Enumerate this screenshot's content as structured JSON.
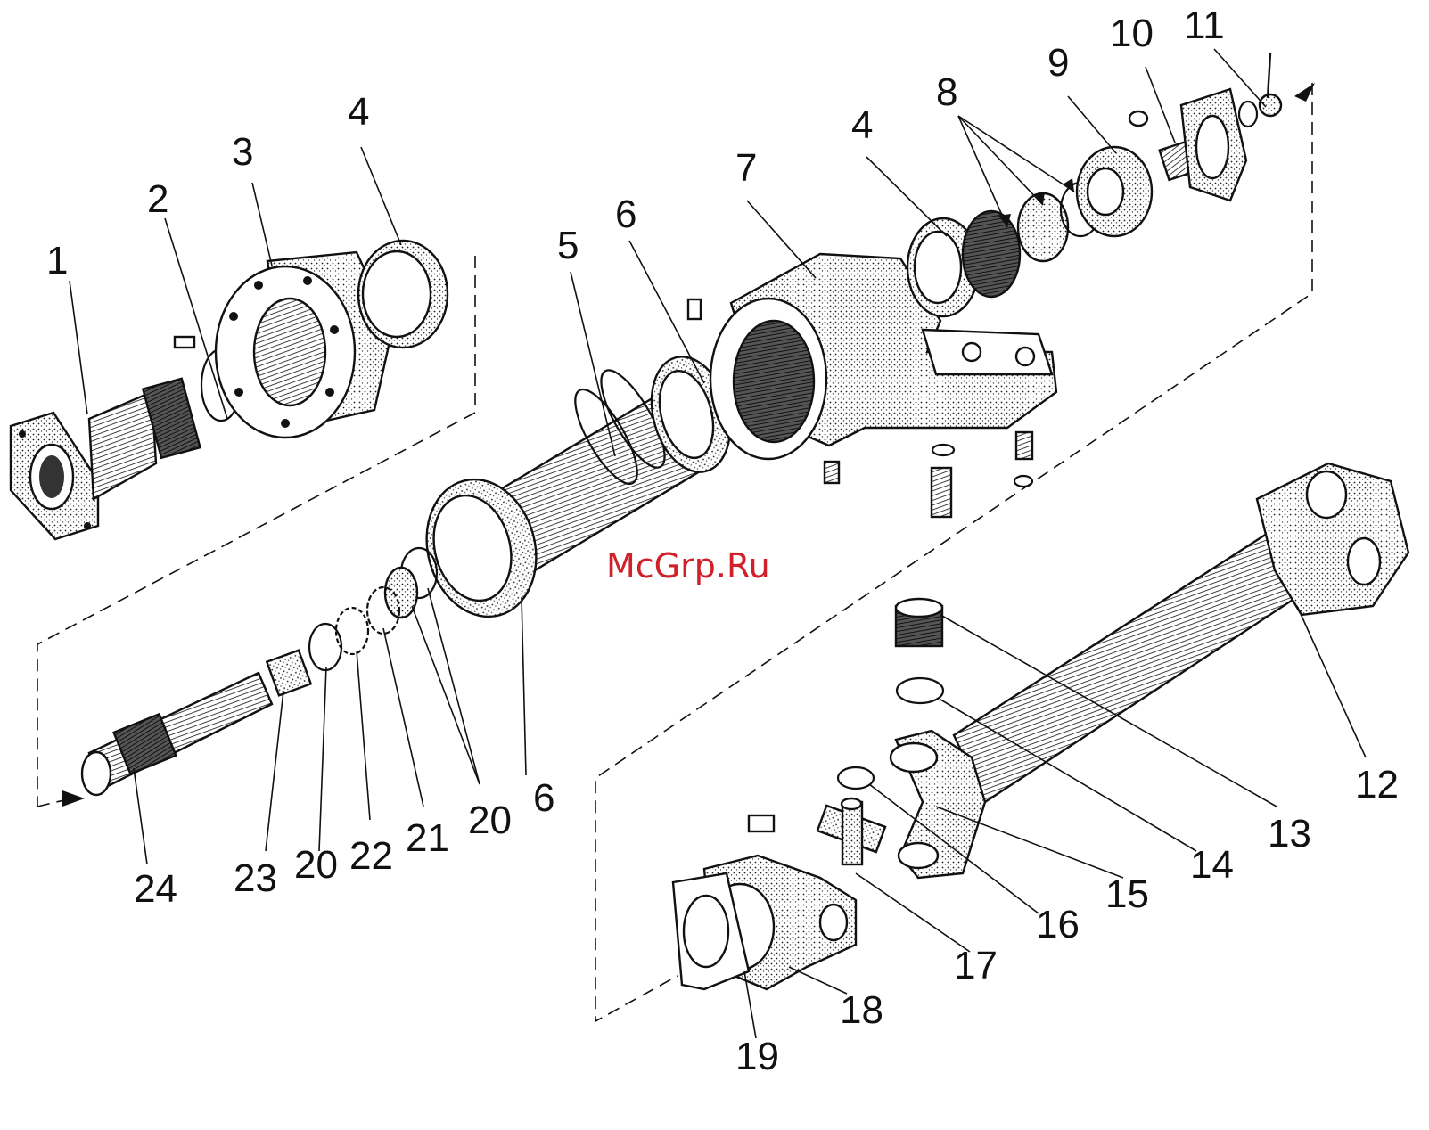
{
  "diagram": {
    "watermark": "McGrp.Ru",
    "callouts": {
      "c1": "1",
      "c2": "2",
      "c3": "3",
      "c4a": "4",
      "c4b": "4",
      "c5": "5",
      "c6a": "6",
      "c6b": "6",
      "c7": "7",
      "c8": "8",
      "c9": "9",
      "c10": "10",
      "c11": "11",
      "c12": "12",
      "c13": "13",
      "c14": "14",
      "c15": "15",
      "c16": "16",
      "c17": "17",
      "c18": "18",
      "c19": "19",
      "c20a": "20",
      "c20b": "20",
      "c21": "21",
      "c22": "22",
      "c23": "23",
      "c24": "24"
    }
  }
}
